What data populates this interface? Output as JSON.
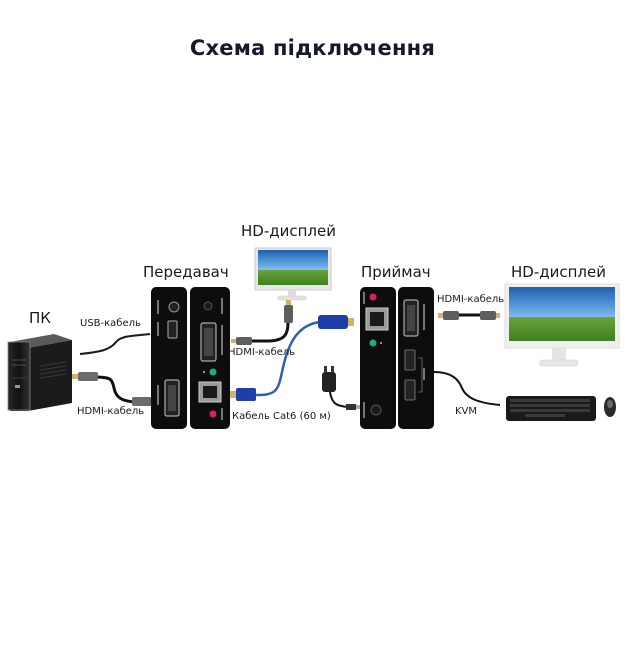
{
  "title": "Схема підключення",
  "nodes": {
    "pc": {
      "label": "ПК"
    },
    "transmitter": {
      "label": "Передавач"
    },
    "receiver": {
      "label": "Приймач"
    },
    "display_tx": {
      "label": "HD-дисплей"
    },
    "display_rx": {
      "label": "HD-дисплей"
    },
    "power_adapter": {
      "label": ""
    },
    "keyboard": {
      "label": ""
    },
    "mouse": {
      "label": ""
    }
  },
  "cables": {
    "pc_usb": {
      "label": "USB-кабель"
    },
    "pc_hdmi": {
      "label": "HDMI-кабель"
    },
    "tx_hdmi_loop": {
      "label": "HDMI-кабель"
    },
    "cat6": {
      "label": "Кабель Cat6 (60 м)"
    },
    "rx_hdmi": {
      "label": "HDMI-кабель"
    },
    "kvm": {
      "label": "KVM"
    }
  },
  "colors": {
    "device_body": "#0d0d0d",
    "cat6_cable": "#2f5fb3",
    "cat6_connector": "#1f3fa8",
    "led_green": "#1fae7a",
    "led_red": "#d6245a",
    "screen_sky": "#3a86d0",
    "screen_grass": "#4f9a2e"
  }
}
